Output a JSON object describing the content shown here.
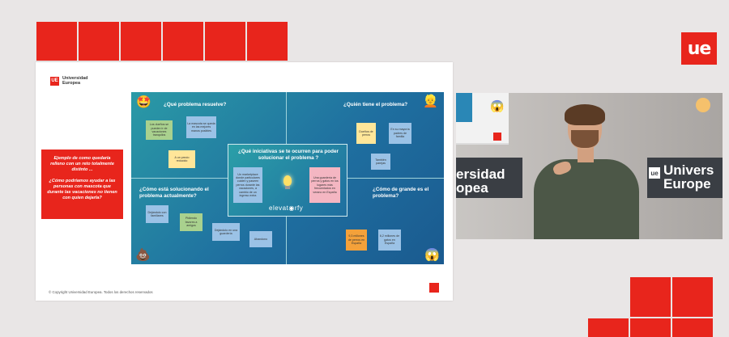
{
  "brand": {
    "logo_text": "ue",
    "accent": "#e8251c"
  },
  "slide": {
    "logo_text": "UE",
    "logo_name": "Universidad\nEuropea",
    "side_box": {
      "line1": "Ejemplo de como quedaría relleno con un reto totalmente distinto ...",
      "line2": "¿Cómo podríamos ayudar a las personas con mascota que durante las vacaciones no tienen con quien dejarla?"
    },
    "canvas": {
      "q_top_left": "¿Qué problema resuelve?",
      "q_top_right": "¿Quién tiene el problema?",
      "q_center": "¿Qué iniciativas se te ocurren para poder solucionar el problema ?",
      "q_bottom_left": "¿Cómo está solucionando el problema actualmente?",
      "q_bottom_right": "¿Cómo de grande es el problema?",
      "brand": "elevat◉rfy",
      "notes_tl": [
        "Los dueños se pueden ir de vacaciones tranquilos",
        "La mascota se queda en las mejores manos posibles",
        "A un precio reducido"
      ],
      "notes_tr": [
        "Dueños de perros",
        "En su mayoría padres de familia",
        "También parejas"
      ],
      "notes_center": [
        "Un marketplace donde particulares cuiden y paseen perros durante las vacaciones, a cambio de un ingreso extra",
        "Una guardería de perros y gatos en los lugares más frecuentados en verano en España"
      ],
      "notes_bl": [
        "Dejándolo con familiares",
        "Pidiendo favores a amigos",
        "Dejándolo en una guardería",
        "Abandono"
      ],
      "notes_br": [
        "9,3 millones de perros en España",
        "6,2 millones de gatos en España"
      ]
    },
    "copyright": "© Copyright Universidad Europea. Todos los derechos reservados"
  },
  "video": {
    "wall_text_left": "ersidad\nopea",
    "wall_text_right": "Univers\nEurope"
  }
}
